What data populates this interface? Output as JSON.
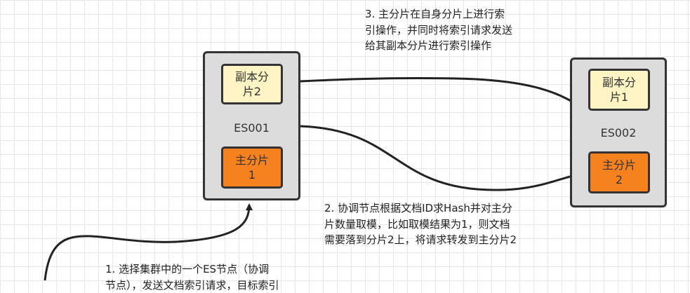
{
  "nodes": [
    {
      "name": "ES001",
      "replica": "副本分\n片2",
      "primary": "主分片\n1"
    },
    {
      "name": "ES002",
      "replica": "副本分\n片1",
      "primary": "主分片\n2"
    }
  ],
  "colors": {
    "replica": "#fff5c4",
    "primary": "#f5821f",
    "node": "#dcdcdc"
  },
  "notes": {
    "step1": [
      "1. 选择集群中的一个ES节点（协调",
      "节点），发送文档索引请求，目标索引"
    ],
    "step2": [
      "2. 协调节点根据文档ID求Hash并对主分",
      "片数量取模，比如取模结果为1，则文档",
      "需要落到分片2上，将请求转发到主分片2"
    ],
    "step3": [
      "3. 主分片在自身分片上进行索",
      "引操作，并同时将索引请求发送",
      "给其副本分片进行索引操作"
    ]
  }
}
